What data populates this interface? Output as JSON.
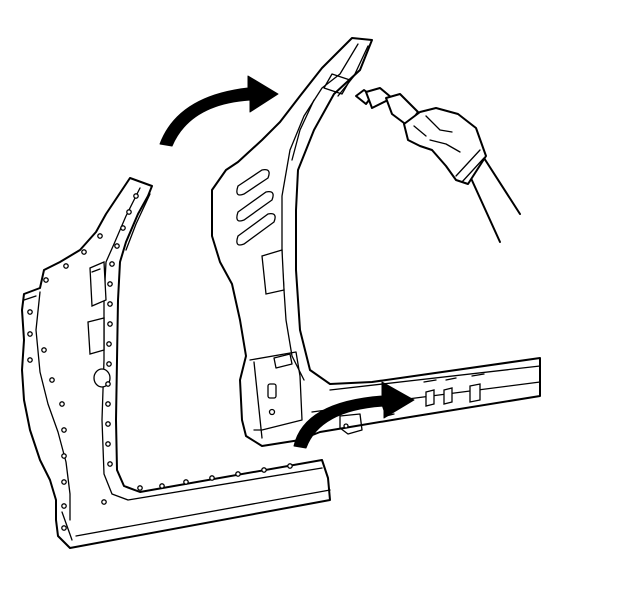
{
  "figure": {
    "components": [
      {
        "name": "outer-body-side-panel",
        "position": "left"
      },
      {
        "name": "replacement-hinge-pillar-section",
        "position": "center"
      },
      {
        "name": "welding-torch-in-gloved-hand",
        "position": "top-right"
      }
    ],
    "arrows": [
      {
        "name": "install-arrow-upper",
        "direction": "clockwise"
      },
      {
        "name": "install-arrow-lower",
        "direction": "right"
      }
    ],
    "colors": {
      "line": "#000000",
      "fill": "#ffffff",
      "arrow": "#000000"
    }
  }
}
